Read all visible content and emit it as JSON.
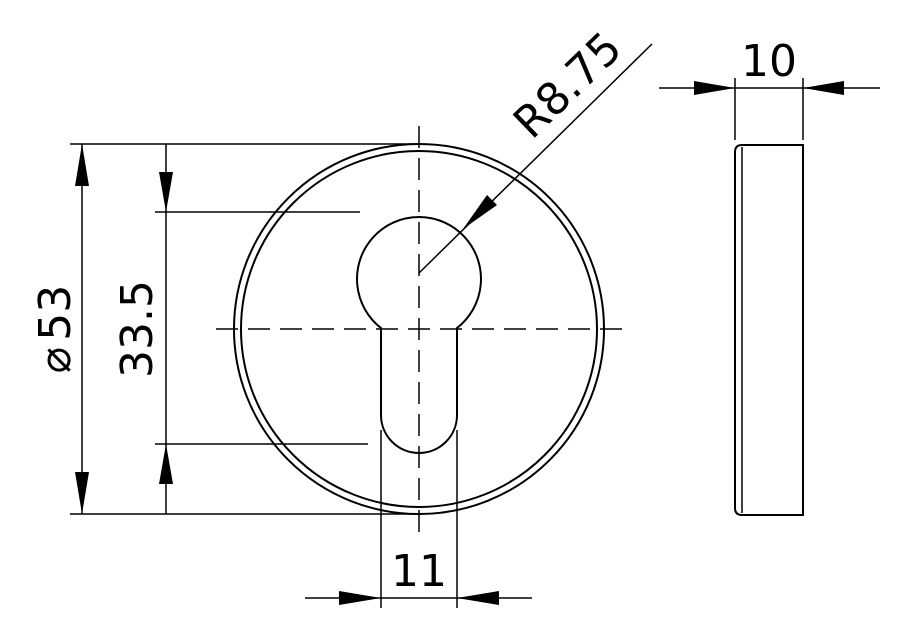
{
  "drawing": {
    "dimensions": {
      "outer_diameter": {
        "symbol": "⌀",
        "value": "53"
      },
      "cylinder_length": "33.5",
      "keyhole_radius": "R8.75",
      "slot_width": "11",
      "thickness": "10"
    },
    "colors": {
      "line": "#000000",
      "background": "#ffffff"
    }
  }
}
